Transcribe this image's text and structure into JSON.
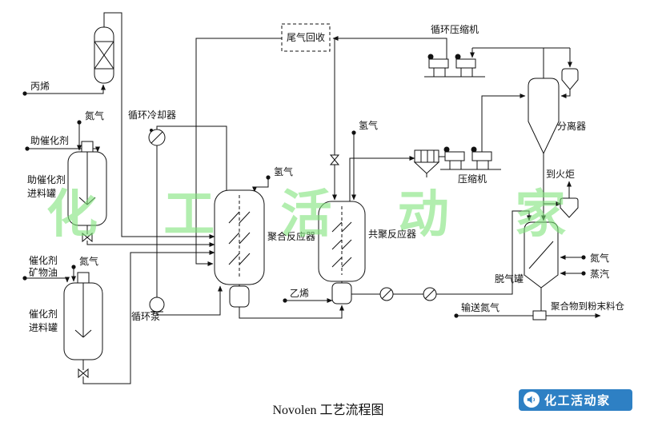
{
  "title": "Novolen 工艺流程图",
  "watermark": "化 工 活 动 家",
  "logo": {
    "name": "化工活动家"
  },
  "labels": {
    "propylene": "丙烯",
    "nitrogen_top": "氮气",
    "cocatalyst": "助催化剂",
    "cocatalyst_tank_1": "助催化剂",
    "cocatalyst_tank_2": "进料罐",
    "catalyst_oil_1": "催化剂",
    "catalyst_oil_2": "矿物油",
    "nitrogen_mid": "氮气",
    "catalyst_tank_1": "催化剂",
    "catalyst_tank_2": "进料罐",
    "recycle_cooler": "循环冷却器",
    "recycle_pump": "循环泵",
    "hydrogen_1": "氢气",
    "poly_reactor": "聚合反应器",
    "hydrogen_2": "氢气",
    "copoly_reactor": "共聚反应器",
    "ethylene": "乙烯",
    "tail_gas_recovery": "尾气回收",
    "recycle_compressor": "循环压缩机",
    "separator": "分离器",
    "compressor": "压缩机",
    "to_flare": "到火炬",
    "degas_tank": "脱气罐",
    "nitrogen_right": "氮气",
    "steam": "蒸汽",
    "transport_nitrogen": "输送氮气",
    "polymer_to_silo": "聚合物到粉末料仓"
  }
}
